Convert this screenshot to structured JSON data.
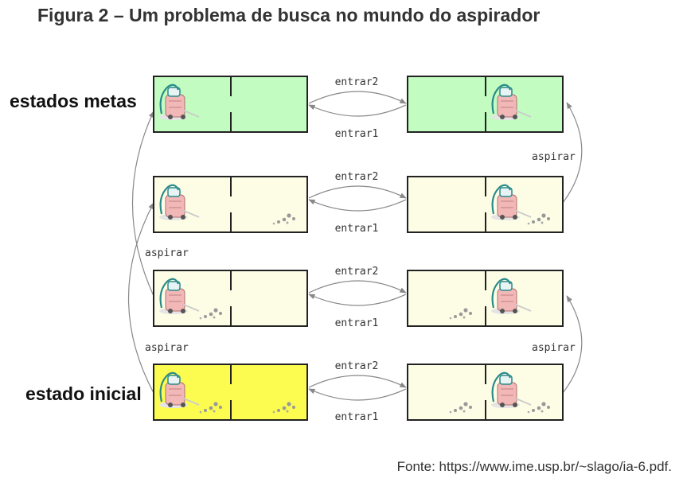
{
  "title": "Figura 2 – Um problema de busca no mundo do aspirador",
  "source": "Fonte: https://www.ime.usp.br/~slago/ia-6.pdf.",
  "labels": {
    "goal_states": "estados metas",
    "initial_state": "estado inicial"
  },
  "actions": {
    "enter2": "entrar2",
    "enter1": "entrar1",
    "suck": "aspirar"
  },
  "colors": {
    "goal_fill": "#c2fcc0",
    "normal_fill": "#fdfde6",
    "initial_fill": "#fcfc50",
    "arrow": "#888888"
  }
}
